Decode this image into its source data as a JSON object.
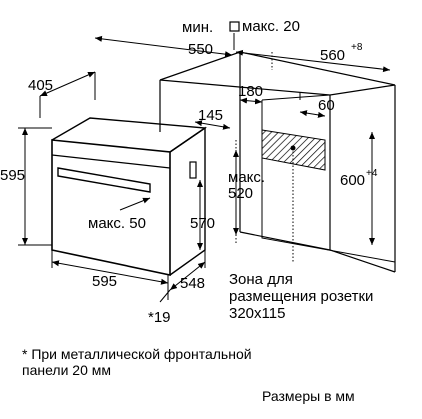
{
  "dimensions": {
    "min_label": "мин.",
    "max_20": "макс. 20",
    "d550": "550",
    "d560": "560",
    "d560_tol": "+8",
    "d405": "405",
    "d180": "180",
    "d145": "145",
    "d60": "60",
    "d595_height": "595",
    "max520": "макс.\n520",
    "d600": "600",
    "d600_tol": "+4",
    "max50": "макс. 50",
    "d570": "570",
    "d595_width": "595",
    "d548": "548",
    "d19": "*19"
  },
  "notes": {
    "zone": "Зона для\nразмещения розетки\n320x115",
    "footnote": "* При металлической фронтальной\n панели 20 мм",
    "units": "Размеры в мм"
  }
}
